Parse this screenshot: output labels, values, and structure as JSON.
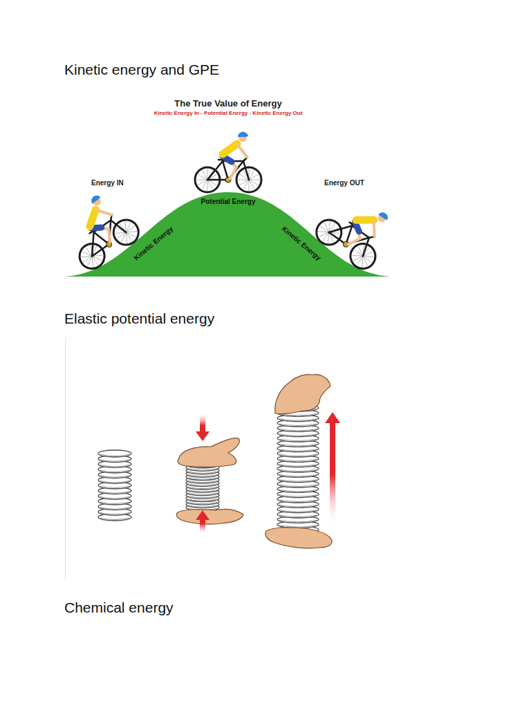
{
  "diagram": {
    "labels": [
      "Kinetic energy and GPE",
      "The True Value of Energy",
      "Kinetic Energy In - Potential Energy - Kinetic Energy Out",
      "Energy IN",
      "Potential Energy",
      "Energy OUT",
      "Kinetic Energy",
      "Kinetic Energy",
      "Elastic potential energy",
      "Chemical energy"
    ]
  }
}
